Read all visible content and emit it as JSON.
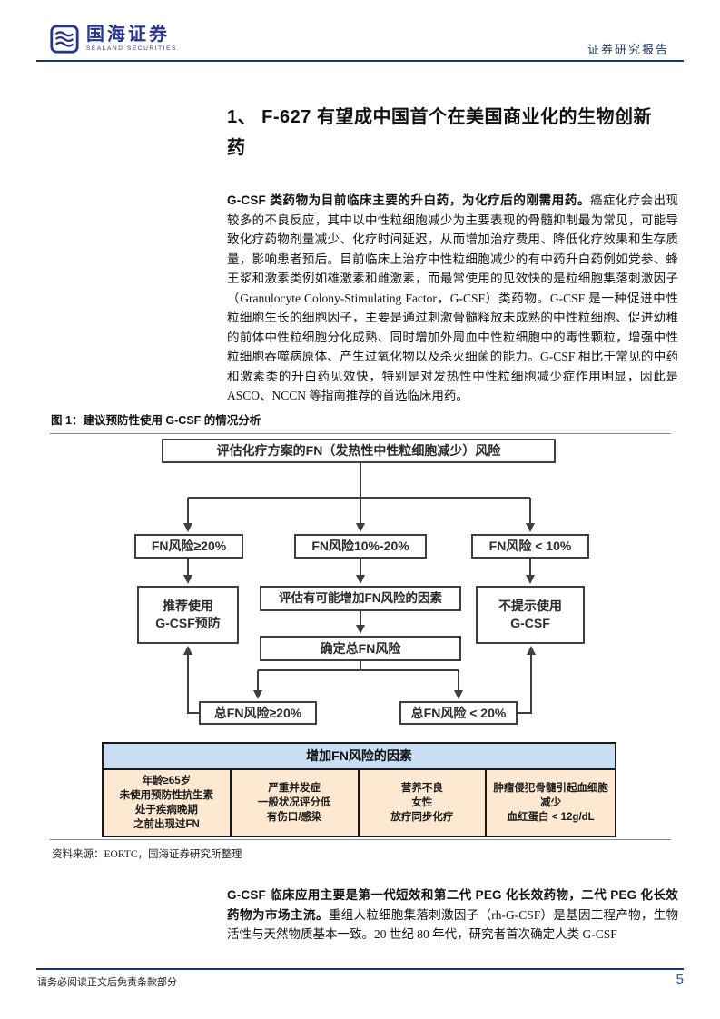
{
  "header": {
    "brand_cn": "国海证券",
    "brand_en": "SEALAND SECURITIES",
    "report_type": "证券研究报告"
  },
  "section_title": "1、 F-627 有望成中国首个在美国商业化的生物创新\n药",
  "para1": {
    "bold": "G-CSF 类药物为目前临床主要的升白药，为化疗后的刚需用药。",
    "text": "癌症化疗会出现较多的不良反应，其中以中性粒细胞减少为主要表现的骨髓抑制最为常见，可能导致化疗药物剂量减少、化疗时间延迟，从而增加治疗费用、降低化疗效果和生存质量，影响患者预后。目前临床上治疗中性粒细胞减少的有中药升白药例如党参、蜂王浆和激素类例如雄激素和雌激素，而最常使用的见效快的是粒细胞集落刺激因子（Granulocyte Colony-Stimulating Factor，G-CSF）类药物。G-CSF 是一种促进中性粒细胞生长的细胞因子，主要是通过刺激骨髓释放未成熟的中性粒细胞、促进幼稚的前体中性粒细胞分化成熟、同时增加外周血中性粒细胞中的毒性颗粒，增强中性粒细胞吞噬病原体、产生过氧化物以及杀灭细菌的能力。G-CSF 相比于常见的中药和激素类的升白药见效快，特别是对发热性中性粒细胞减少症作用明显，因此是 ASCO、NCCN 等指南推荐的首选临床用药。"
  },
  "figure": {
    "caption_label": "图 1：",
    "caption_text": "建议预防性使用 G-CSF 的情况分析",
    "source": "资料来源：EORTC，国海证券研究所整理",
    "flowchart": {
      "nodes": {
        "assess": "评估化疗方案的FN（发热性中性粒细胞减少）风险",
        "risk_high": "FN风险≥20%",
        "risk_mid": "FN风险10%-20%",
        "risk_low": "FN风险 < 10%",
        "recommend": "推荐使用\nG-CSF预防",
        "evaluate": "评估有可能增加FN风险的因素",
        "not_suggest": "不提示使用\nG-CSF",
        "confirm_total": "确定总FN风险",
        "total_high": "总FN风险≥20%",
        "total_low": "总FN风险 < 20%"
      }
    },
    "risk_table": {
      "header": "增加FN风险的因素",
      "cells": [
        "年龄≥65岁\n未使用预防性抗生素\n处于疾病晚期\n之前出现过FN",
        "严重并发症\n一般状况评分低\n有伤口/感染",
        "营养不良\n女性\n放疗同步化疗",
        "肿瘤侵犯骨髓引起血细胞减少\n血红蛋白 < 12g/dL"
      ]
    }
  },
  "para2": {
    "bold": "G-CSF 临床应用主要是第一代短效和第二代 PEG 化长效药物，二代 PEG 化长效药物为市场主流。",
    "text": "重组人粒细胞集落刺激因子（rh-G-CSF）是基因工程产物，生物活性与天然物质基本一致。20 世纪 80 年代，研究者首次确定人类 G-CSF"
  },
  "footer": {
    "disclaimer": "请务必阅读正文后免责条款部分",
    "page": "5"
  },
  "colors": {
    "navy": "#1f3864",
    "brand_blue": "#27348b",
    "page_number_blue": "#2b50a8",
    "table_header_bg": "#c9def2",
    "table_cell_bg": "#fde8d2",
    "flow_box_border": "#3f3f3f"
  }
}
